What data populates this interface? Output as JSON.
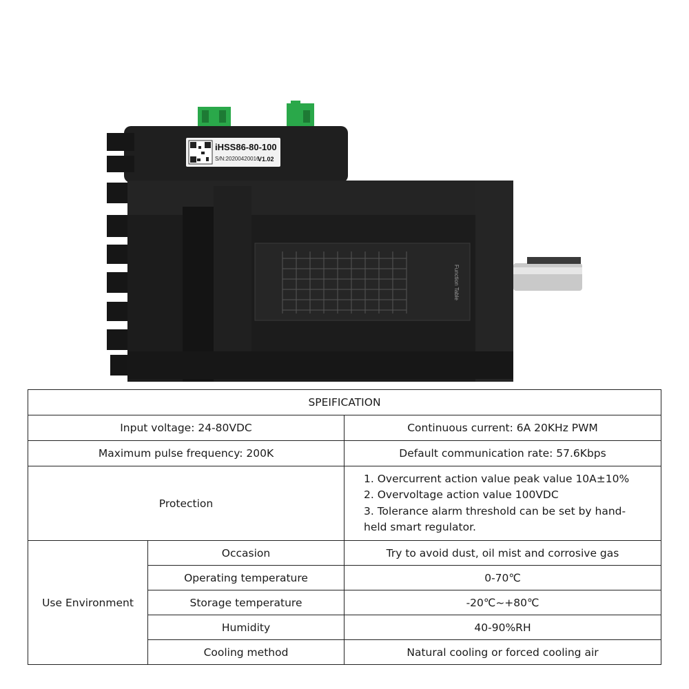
{
  "product": {
    "model": "iHSS86-80-100",
    "serial": "S/N:20200420016",
    "version": "V1.02",
    "side_label_title": "Function Table"
  },
  "spec": {
    "title": "SPEIFICATION",
    "input_voltage": "Input voltage: 24-80VDC",
    "continuous_current": "Continuous current: 6A 20KHz PWM",
    "max_pulse_freq": "Maximum pulse frequency: 200K",
    "comm_rate": "Default communication rate: 57.6Kbps",
    "protection_label": "Protection",
    "protection_items": [
      "1. Overcurrent action value peak value 10A±10%",
      "2. Overvoltage action value 100VDC",
      "3. Tolerance alarm threshold can be set by hand-",
      "held smart regulator."
    ],
    "use_env_label": "Use Environment",
    "env_rows": [
      {
        "name": "Occasion",
        "value": "Try to avoid dust, oil mist and corrosive gas"
      },
      {
        "name": "Operating temperature",
        "value": "0-70℃"
      },
      {
        "name": "Storage temperature",
        "value": "-20℃~+80℃"
      },
      {
        "name": "Humidity",
        "value": "40-90%RH"
      },
      {
        "name": "Cooling method",
        "value": "Natural cooling or forced cooling air"
      }
    ]
  },
  "colors": {
    "motor_body": "#1c1c1c",
    "connector_green": "#2aa84a",
    "shaft_silver": "#c9c9c9",
    "table_border": "#222222"
  }
}
